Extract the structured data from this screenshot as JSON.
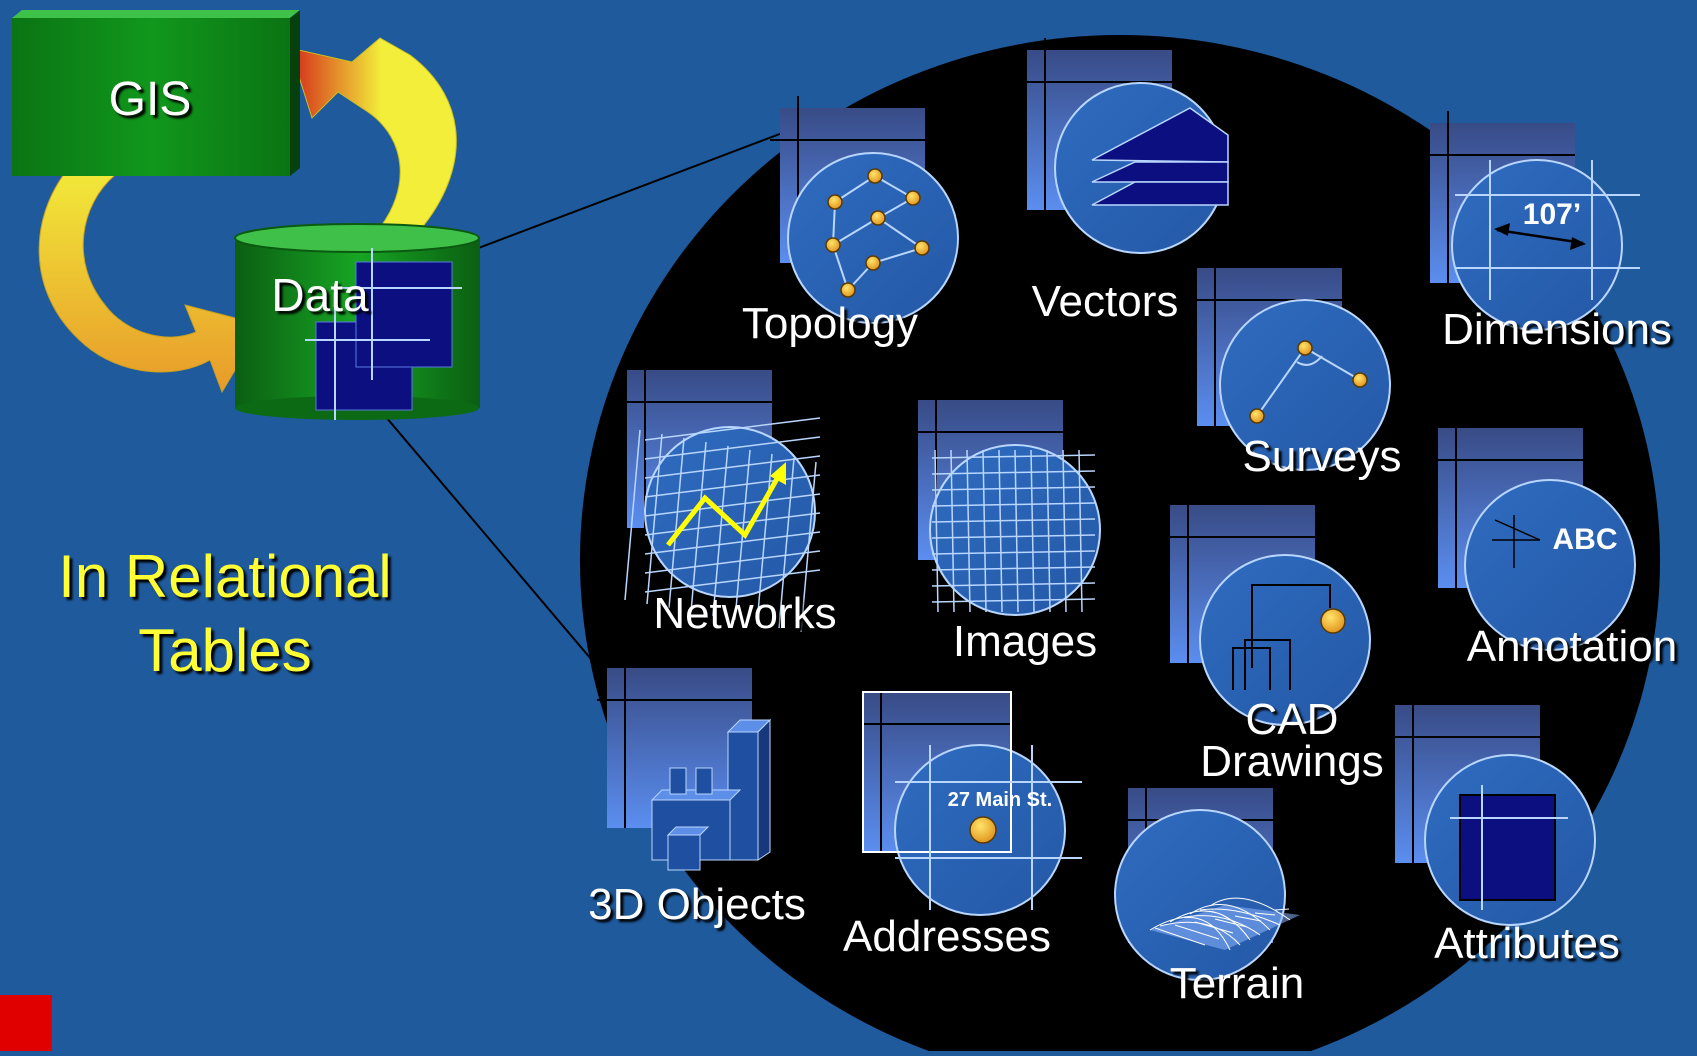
{
  "gis_box": {
    "label": "GIS"
  },
  "data_store": {
    "label": "Data"
  },
  "caption": {
    "line1": "In Relational",
    "line2": "Tables"
  },
  "colors": {
    "background": "#1f5a9c",
    "gis_box": "#0a8a14",
    "arrow_yellow": "#f2ee3a",
    "arrow_red": "#d42a1a",
    "circle_black": "#000000",
    "icon_disc": "#2e66b8",
    "icon_outline": "#b9d6ff",
    "caption_yellow": "#ffff33",
    "dot_fill": "#f2b81c"
  },
  "data_types": [
    {
      "id": "topology",
      "label": "Topology",
      "icon": "topology-graph-icon"
    },
    {
      "id": "vectors",
      "label": "Vectors",
      "icon": "stacked-vectors-icon"
    },
    {
      "id": "dimensions",
      "label": "Dimensions",
      "icon": "dimension-measure-icon",
      "text": "107’"
    },
    {
      "id": "surveys",
      "label": "Surveys",
      "icon": "survey-traverse-icon"
    },
    {
      "id": "networks",
      "label": "Networks",
      "icon": "network-grid-icon"
    },
    {
      "id": "images",
      "label": "Images",
      "icon": "raster-image-icon"
    },
    {
      "id": "annotation",
      "label": "Annotation",
      "icon": "annotation-icon",
      "text": "ABC"
    },
    {
      "id": "cad",
      "label": "CAD",
      "label2": "Drawings",
      "icon": "cad-drawing-icon"
    },
    {
      "id": "objects3d",
      "label": "3D Objects",
      "icon": "3d-buildings-icon"
    },
    {
      "id": "addresses",
      "label": "Addresses",
      "icon": "address-point-icon",
      "text": "27 Main St."
    },
    {
      "id": "terrain",
      "label": "Terrain",
      "icon": "terrain-mesh-icon"
    },
    {
      "id": "attributes",
      "label": "Attributes",
      "icon": "attribute-table-icon"
    }
  ]
}
